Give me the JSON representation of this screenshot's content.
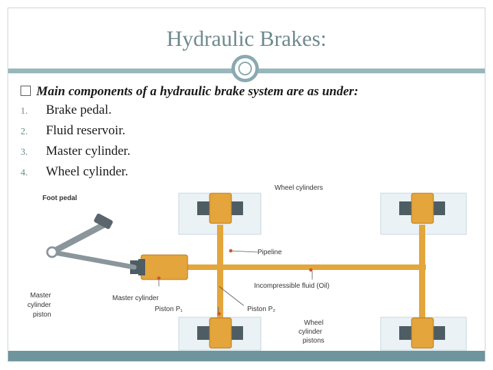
{
  "slide": {
    "title": "Hydraulic Brakes:",
    "lead": "Main components of a hydraulic brake system are as under:",
    "items": [
      {
        "num": "1.",
        "text": "Brake pedal."
      },
      {
        "num": "2.",
        "text": "Fluid reservoir."
      },
      {
        "num": "3.",
        "text": "Master cylinder."
      },
      {
        "num": "4.",
        "text": "Wheel cylinder."
      }
    ]
  },
  "diagram": {
    "labels": {
      "foot_pedal": "Foot pedal",
      "wheel_cylinders": "Wheel cylinders",
      "pipeline": "Pipeline",
      "incompressible_fluid": "Incompressible fluid (Oil)",
      "master_cylinder_piston_1": "Master",
      "master_cylinder_piston_2": "cylinder",
      "master_cylinder_piston_3": "piston",
      "master_cylinder": "Master cylinder",
      "piston_p1": "Piston P₁",
      "piston_p2": "Piston P₂",
      "wheel_cylinder_pistons_1": "Wheel",
      "wheel_cylinder_pistons_2": "cylinder",
      "wheel_cylinder_pistons_3": "pistons"
    },
    "colors": {
      "cylinder": "#e3a53c",
      "cylinder_dark": "#b7791f",
      "piston": "#4e5c63",
      "drum_bg": "#eaf2f6",
      "marker": "#d2562a"
    }
  }
}
